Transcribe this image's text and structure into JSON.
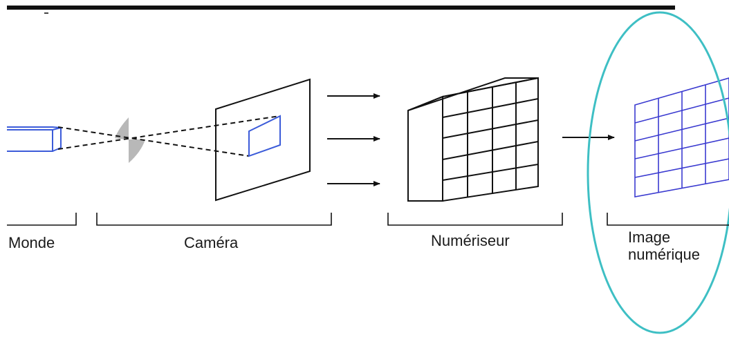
{
  "stages": {
    "world": "Monde",
    "camera": "Caméra",
    "digitizer": "Numériseur",
    "image_line1": "Image",
    "image_line2": "numérique"
  },
  "colors": {
    "object_blue": "#3b5bd9",
    "grid_blue": "#3a3ad0",
    "highlight_teal": "#3ebfc4",
    "lens_gray": "#b8b8b8",
    "ink": "#111111"
  }
}
